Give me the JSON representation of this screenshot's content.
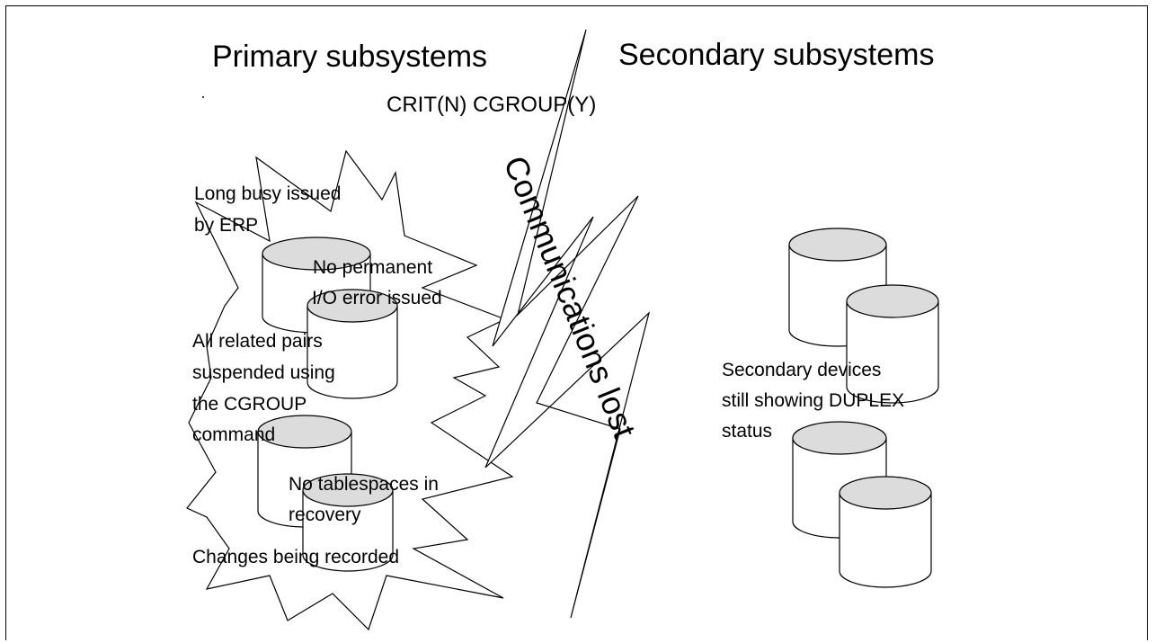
{
  "headings": {
    "primary": "Primary subsystems",
    "secondary": "Secondary subsystems",
    "mode": "CRIT(N) CGROUP(Y)"
  },
  "bolt_label": "Communications lost",
  "primary_notes": {
    "long_busy": [
      "Long busy issued",
      "by ERP"
    ],
    "no_permanent": [
      "No permanent",
      "I/O error issued"
    ],
    "pairs_suspended": [
      "All related pairs",
      "suspended using",
      "the CGROUP",
      "command"
    ],
    "no_tablespaces": [
      "No tablespaces in",
      "recovery"
    ],
    "changes": [
      "Changes being recorded"
    ]
  },
  "secondary_notes": {
    "devices": [
      "Secondary devices",
      "still showing DUPLEX",
      "status"
    ]
  }
}
